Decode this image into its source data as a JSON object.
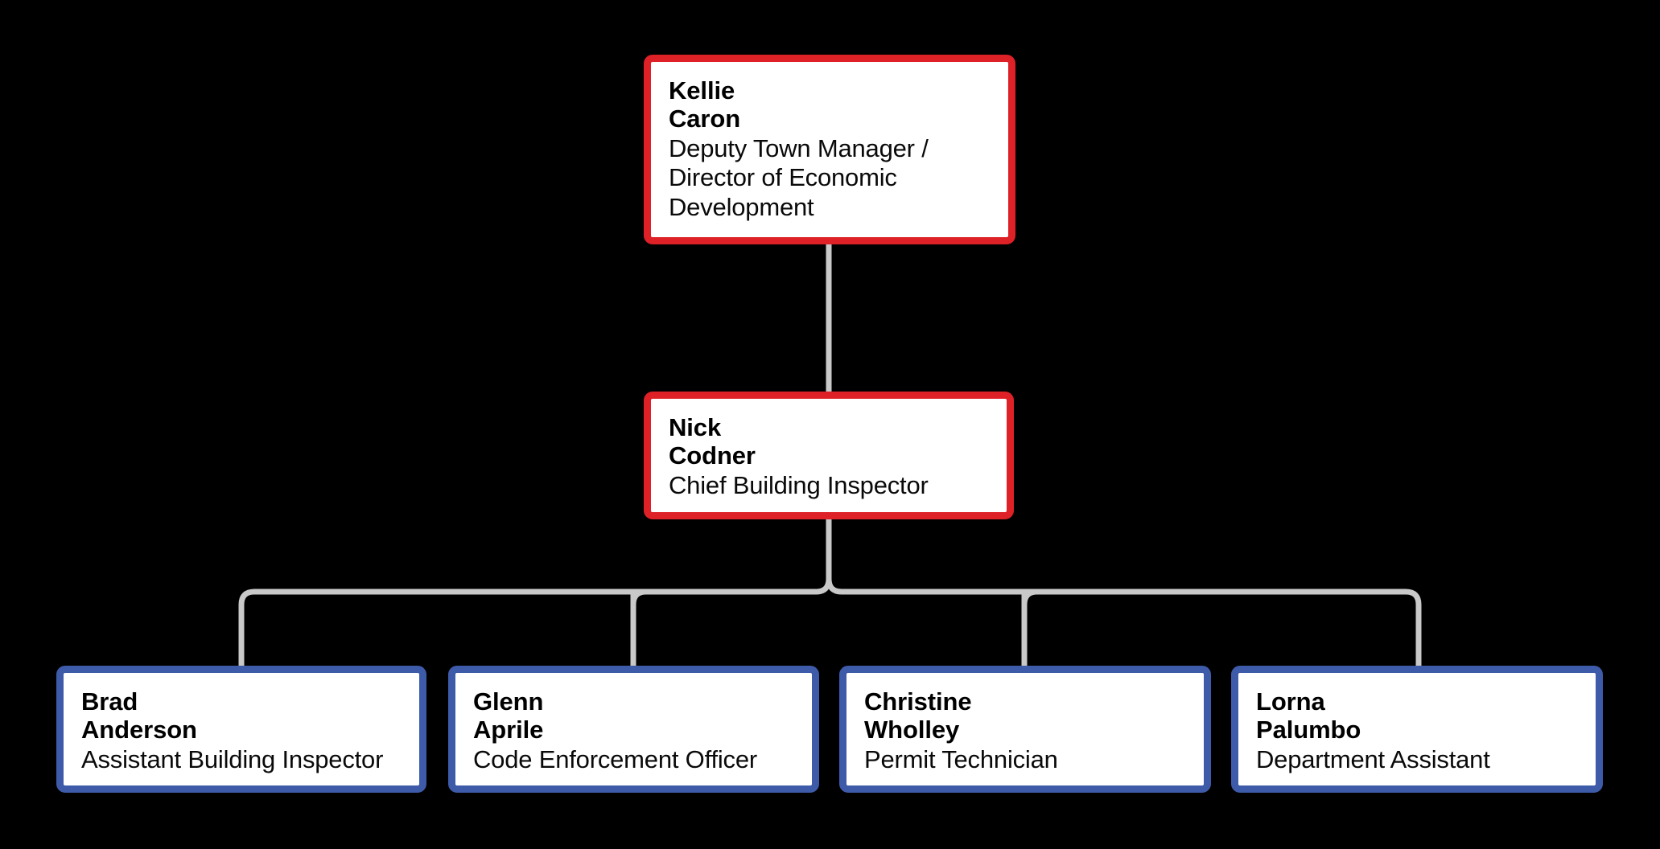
{
  "chart": {
    "type": "org-chart",
    "background_color": "#000000",
    "connector_color": "#C9C9C9",
    "level_colors": {
      "executive": "#DE2027",
      "staff": "#3E5BA9"
    },
    "nodes": [
      {
        "id": "kellie",
        "first_name": "Kellie",
        "last_name": "Caron",
        "title": "Deputy Town Manager / Director of Economic Development",
        "level": 1,
        "border_color": "#DE2027"
      },
      {
        "id": "nick",
        "first_name": "Nick",
        "last_name": "Codner",
        "title": "Chief Building Inspector",
        "level": 2,
        "border_color": "#DE2027"
      },
      {
        "id": "brad",
        "first_name": "Brad",
        "last_name": "Anderson",
        "title": "Assistant Building Inspector",
        "level": 3,
        "border_color": "#3E5BA9"
      },
      {
        "id": "glenn",
        "first_name": "Glenn",
        "last_name": "Aprile",
        "title": "Code Enforcement Officer",
        "level": 3,
        "border_color": "#3E5BA9"
      },
      {
        "id": "christine",
        "first_name": "Christine",
        "last_name": "Wholley",
        "title": "Permit Technician",
        "level": 3,
        "border_color": "#3E5BA9"
      },
      {
        "id": "lorna",
        "first_name": "Lorna",
        "last_name": "Palumbo",
        "title": "Department Assistant",
        "level": 3,
        "border_color": "#3E5BA9"
      }
    ],
    "edges": [
      {
        "from": "kellie",
        "to": "nick"
      },
      {
        "from": "nick",
        "to": "brad"
      },
      {
        "from": "nick",
        "to": "glenn"
      },
      {
        "from": "nick",
        "to": "christine"
      },
      {
        "from": "nick",
        "to": "lorna"
      }
    ]
  }
}
